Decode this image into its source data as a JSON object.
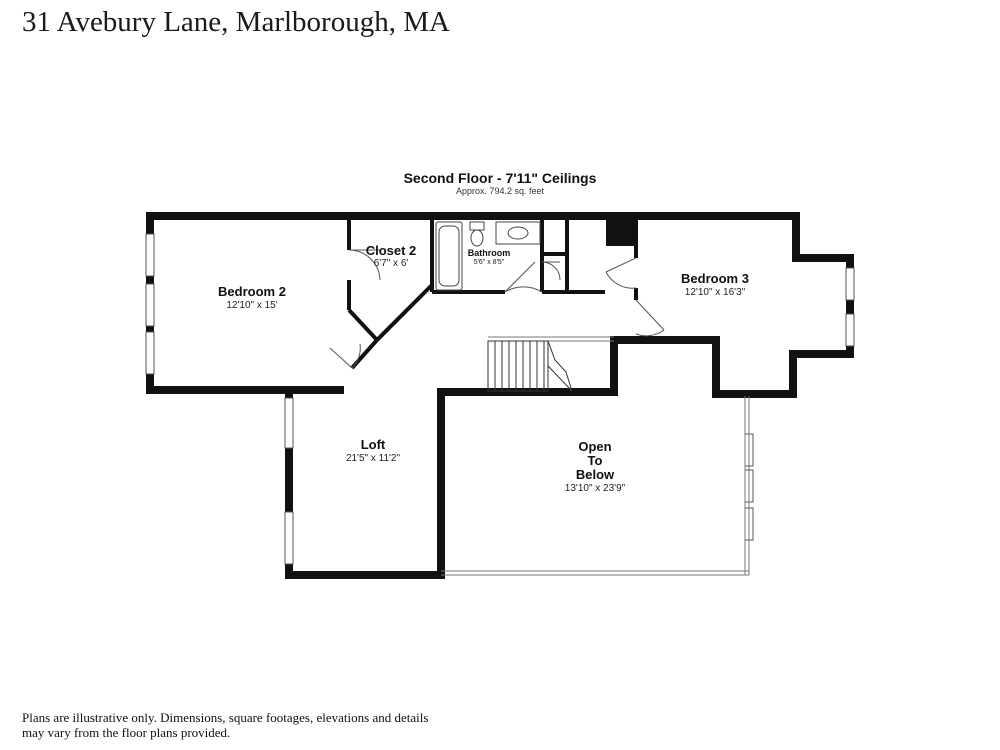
{
  "title": "31 Avebury Lane, Marlborough, MA",
  "floor": {
    "title": "Second Floor - 7'11\" Ceilings",
    "area": "Approx. 794.2 sq. feet"
  },
  "rooms": {
    "bedroom2": {
      "name": "Bedroom 2",
      "dims": "12'10\" x 15'"
    },
    "closet2": {
      "name": "Closet 2",
      "dims": "6'7\" x 6'"
    },
    "bathroom": {
      "name": "Bathroom",
      "dims": "5'6\" x 8'5\""
    },
    "bedroom3": {
      "name": "Bedroom 3",
      "dims": "12'10\" x 16'3\""
    },
    "loft": {
      "name": "Loft",
      "dims": "21'5\" x 11'2\""
    },
    "open_to_below": {
      "line1": "Open",
      "line2": "To",
      "line3": "Below",
      "dims": "13'10\" x 23'9\""
    }
  },
  "disclaimer": "Plans are illustrative only. Dimensions, square footages, elevations and details may vary from the floor plans provided."
}
